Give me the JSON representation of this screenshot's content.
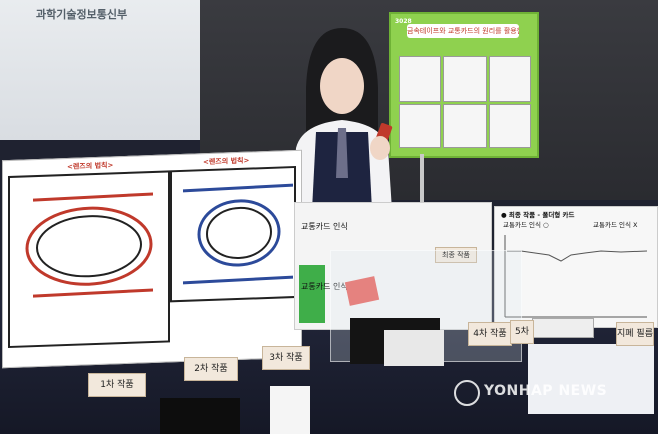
{
  "ministry_sign": "과학기술정보통신부",
  "poster": {
    "number": "3028",
    "title": "금속테이프와 교통카드의 원리를 활용한"
  },
  "board": {
    "left_title": "<렌즈의 법칙>",
    "right_title": "<렌즈의 법칙>"
  },
  "card_panel": {
    "row1": "교통카드 인식",
    "row2": "교통카드 인식",
    "badge": "최종 작품"
  },
  "chart_panel": {
    "title": "● 최종 작품 - 폴더형 카드",
    "left_label": "교통카드 인식 ○",
    "right_label": "교통카드 인식 X"
  },
  "labels": {
    "first": "1차 작품",
    "second": "2차 작품",
    "third": "3차 작품",
    "fourth": "4차 작품",
    "fifth": "5차",
    "other": "지폐 필름"
  },
  "watermark": "YONHAP NEWS"
}
